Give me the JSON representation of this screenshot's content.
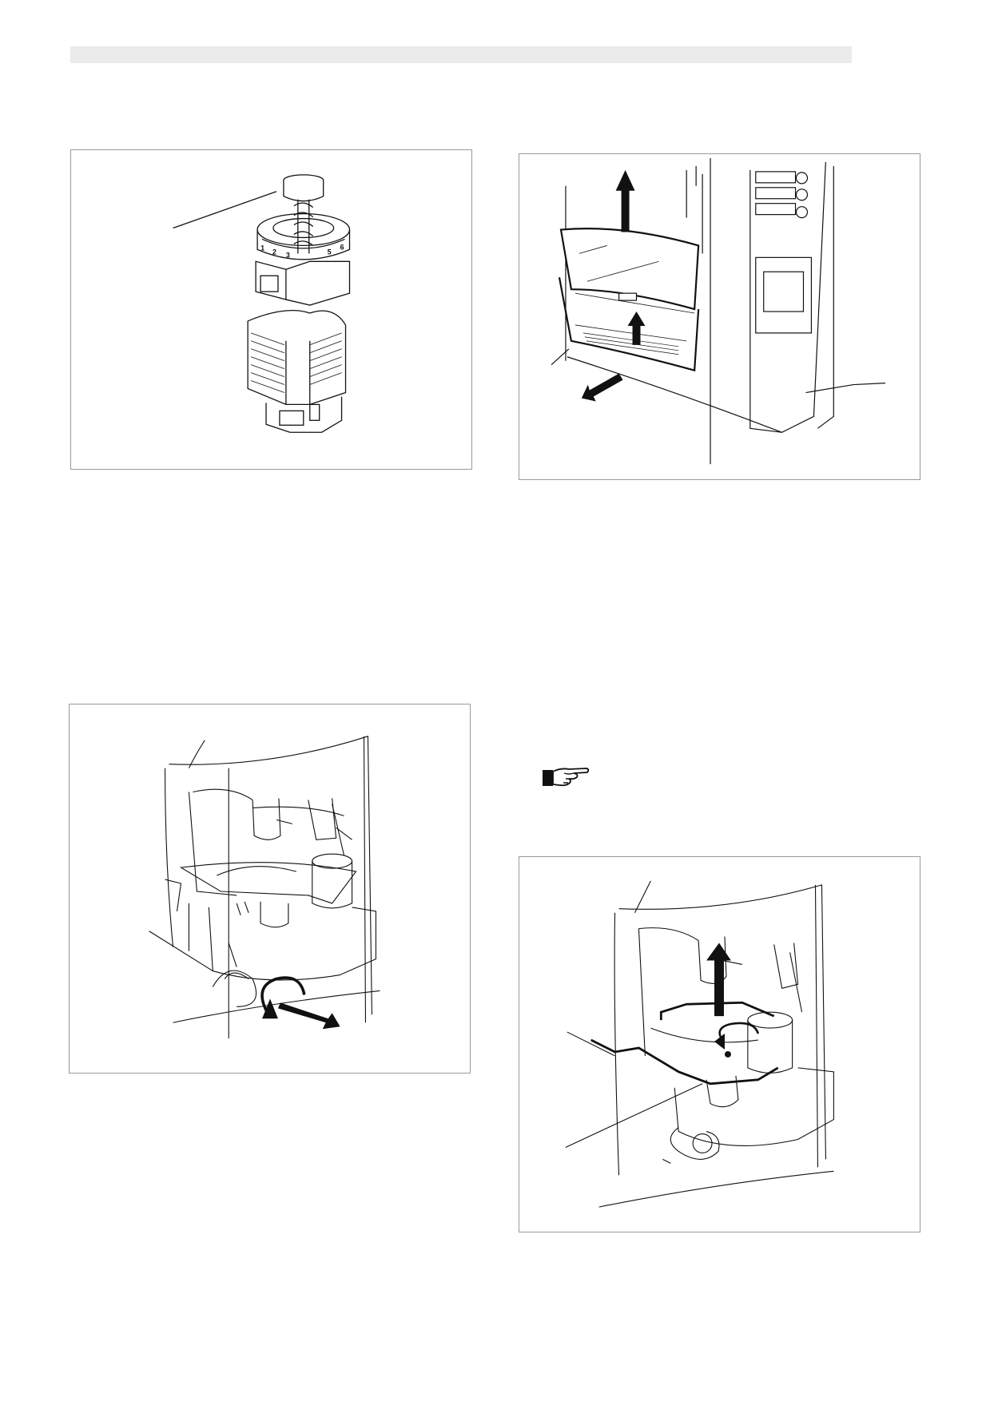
{
  "header": {
    "bar": ""
  },
  "figures": [
    {
      "id": "fig1",
      "subject": "grinder-assembly",
      "dial_numbers": [
        "1",
        "2",
        "3",
        "5",
        "6"
      ]
    },
    {
      "id": "fig2",
      "subject": "drip-tray-removal"
    },
    {
      "id": "fig3",
      "subject": "brewer-unit-rotation"
    },
    {
      "id": "fig4",
      "subject": "brewer-unit-lift"
    }
  ],
  "icons": {
    "note": "pointing-hand-icon"
  },
  "colors": {
    "line": "#111111",
    "frame": "#9a9a9a",
    "header_bar": "#ebebeb"
  }
}
